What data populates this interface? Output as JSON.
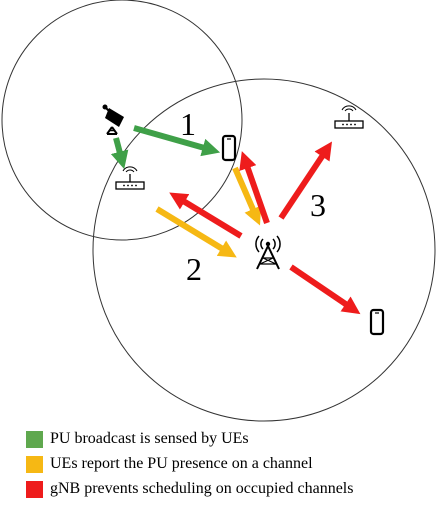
{
  "numbers": {
    "one": "1",
    "two": "2",
    "three": "3"
  },
  "colors": {
    "green": "#3fa048",
    "yellow": "#f6b814",
    "red": "#ee1c1c"
  },
  "icons": [
    "satellite-dish-icon",
    "wifi-router-icon",
    "smartphone-icon",
    "cell-tower-icon"
  ],
  "legend": [
    {
      "label": "PU broadcast is sensed by UEs",
      "color": "#5fa84e"
    },
    {
      "label": "UEs report the PU presence on a channel",
      "color": "#f6b814"
    },
    {
      "label": "gNB prevents scheduling on occupied channels",
      "color": "#ee1c1c"
    }
  ]
}
